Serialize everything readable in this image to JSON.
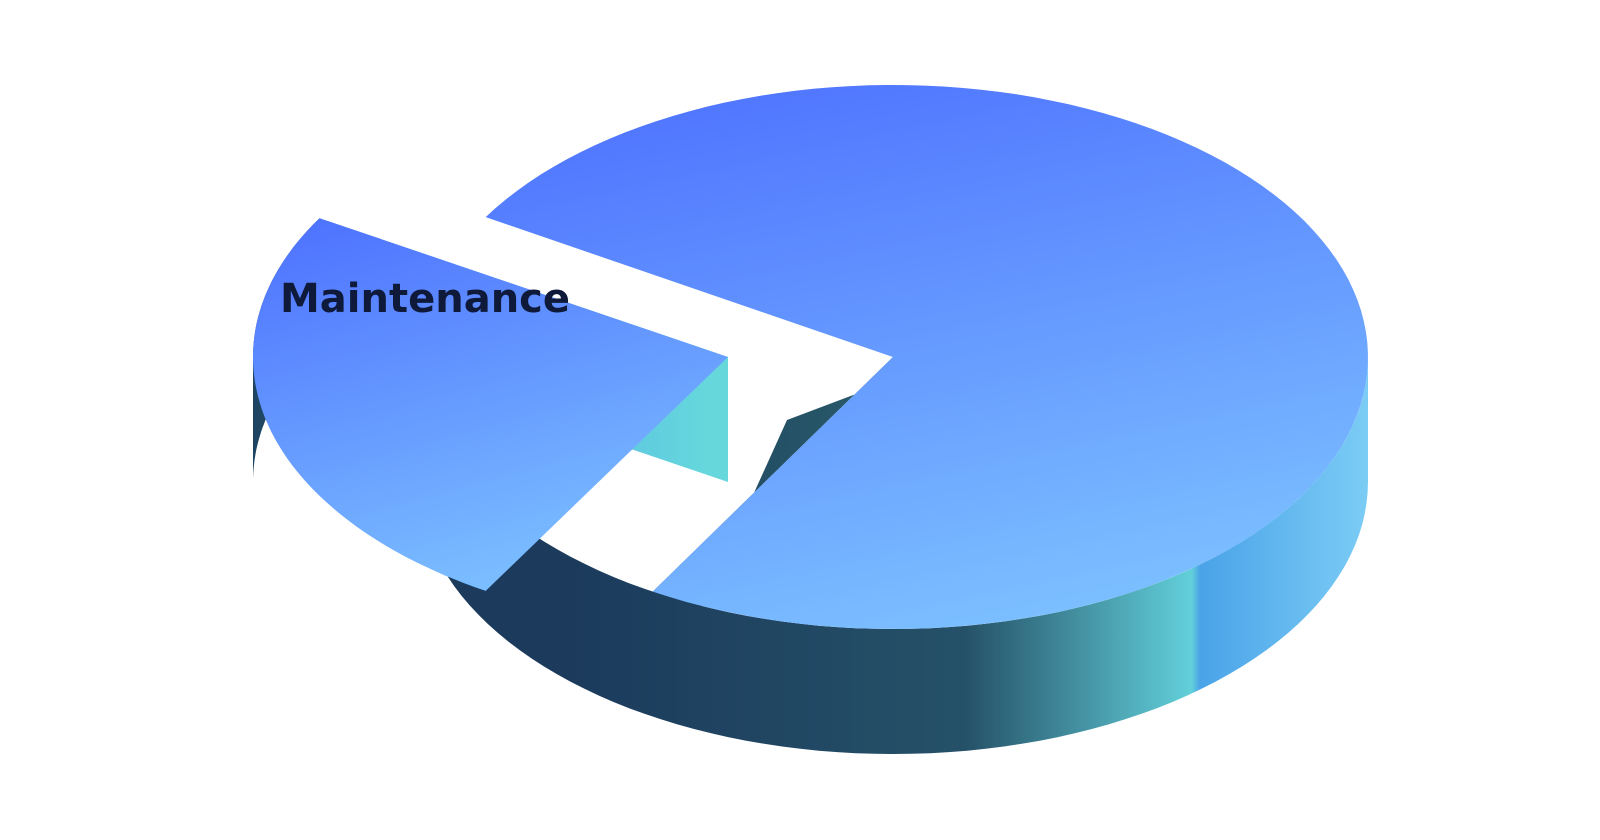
{
  "chart_data": {
    "type": "pie",
    "style": "3d-exploded",
    "title": "",
    "slices": [
      {
        "label": "Maintenance",
        "value": 25,
        "exploded": true,
        "show_label": true
      },
      {
        "label": "",
        "value": 75,
        "exploded": false,
        "show_label": false
      }
    ]
  },
  "colors": {
    "background": "#ffffff",
    "top_light": "#7cc0ff",
    "top_dark": "#4f74ff",
    "side_dark": "#1b3a5c",
    "side_mid": "#2a5a6f",
    "side_teal": "#62d0da",
    "side_blue": "#4aa3e8",
    "side_light": "#7ccdf5",
    "label_text": "#0f1a3a"
  }
}
